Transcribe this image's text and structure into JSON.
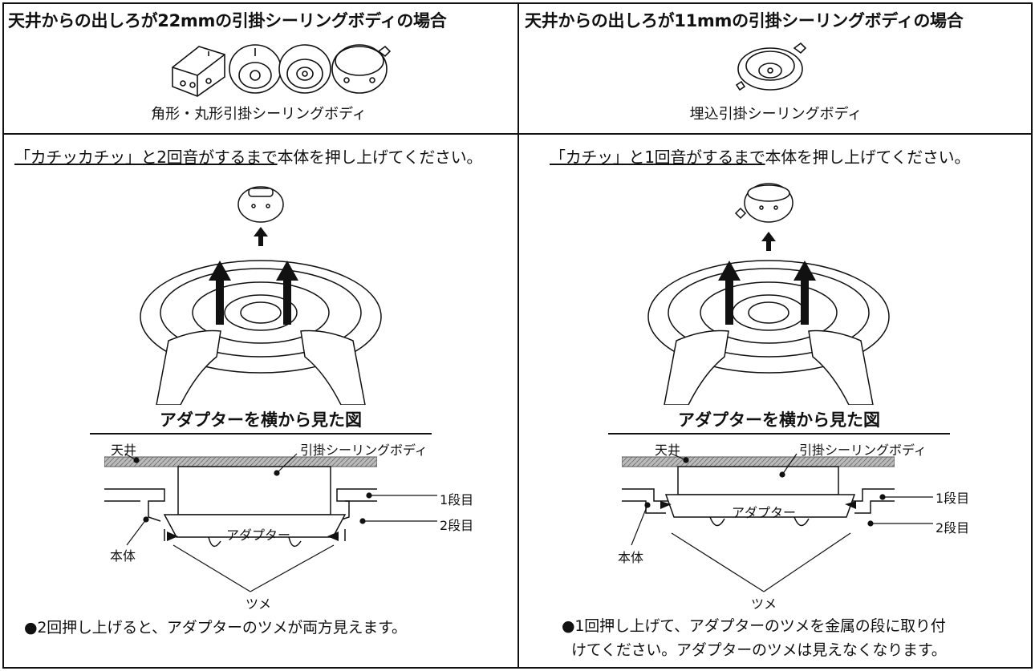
{
  "left": {
    "heading": "天井からの出しろが22mmの引掛シーリングボディの場合",
    "body_type": "角形・丸形引掛シーリングボディ",
    "instruction_underlined": "「カチッカチッ」と2回音がするまで",
    "instruction_rest": "本体を押し上げてください。",
    "side_view_title": "アダプターを横から見た図",
    "labels": {
      "ceiling": "天井",
      "ceiling_body": "引掛シーリングボディ",
      "step1": "1段目",
      "step2": "2段目",
      "adapter": "アダプター",
      "main_body": "本体",
      "claw": "ツメ"
    },
    "note": "●2回押し上げると、アダプターのツメが両方見えます。"
  },
  "right": {
    "heading": "天井からの出しろが11mmの引掛シーリングボディの場合",
    "body_type": "埋込引掛シーリングボディ",
    "instruction_underlined": "「カチッ」と1回音がするまで",
    "instruction_rest": "本体を押し上げてください。",
    "side_view_title": "アダプターを横から見た図",
    "labels": {
      "ceiling": "天井",
      "ceiling_body": "引掛シーリングボディ",
      "step1": "1段目",
      "step2": "2段目",
      "adapter": "アダプター",
      "main_body": "本体",
      "claw": "ツメ"
    },
    "note_line1": "●1回押し上げて、アダプターのツメを金属の段に取り付",
    "note_line2": "けてください。アダプターのツメは見えなくなります。"
  }
}
